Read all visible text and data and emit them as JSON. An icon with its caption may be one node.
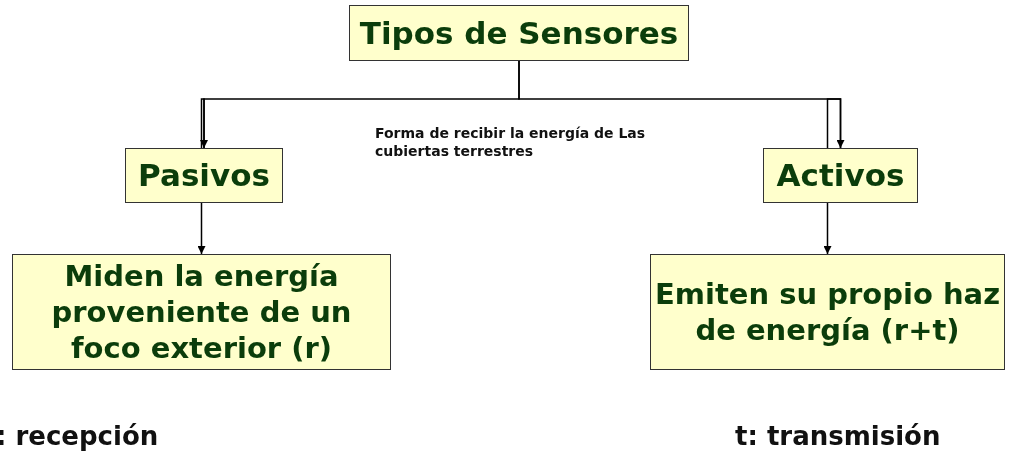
{
  "diagram": {
    "nodes": [
      {
        "text": [
          "Tipos de Sensores"
        ]
      },
      {
        "text": [
          "Pasivos"
        ]
      },
      {
        "text": [
          "Activos"
        ]
      },
      {
        "text": [
          "Miden la energía proveniente de un foco exterior (r)"
        ]
      },
      {
        "text": [
          "Emiten su propio haz de energía (r+t)"
        ]
      }
    ],
    "edges": [
      {
        "from": 0,
        "to": 1,
        "arrow": "to"
      },
      {
        "from": 0,
        "to": 2,
        "arrow": "to"
      },
      {
        "from": 1,
        "to": 3,
        "arrow": "to"
      },
      {
        "from": 2,
        "to": 4,
        "arrow": "to"
      }
    ],
    "labels": [
      "Forma de recibir la energía de Las cubiertas terrestres",
      ": recepción",
      "t: transmisión"
    ]
  }
}
